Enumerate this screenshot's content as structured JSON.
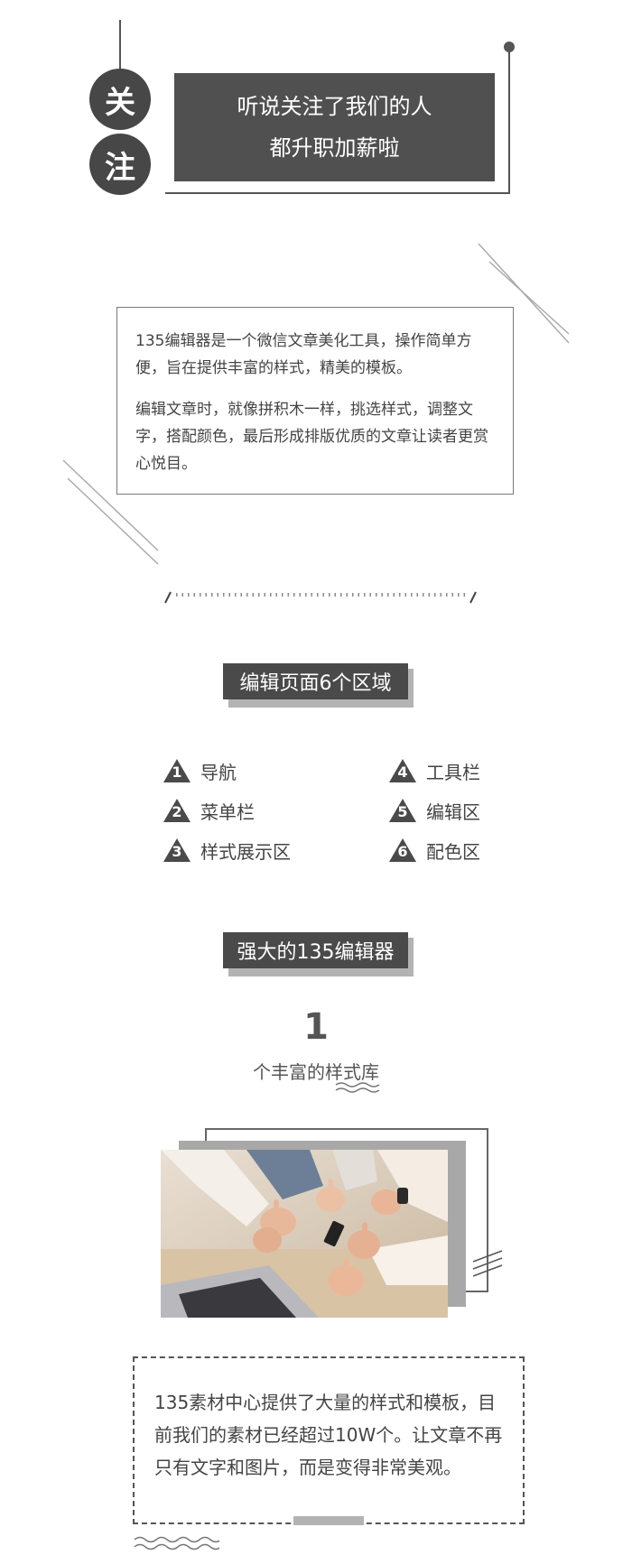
{
  "header": {
    "follow_chars": [
      "关",
      "注"
    ],
    "banner_lines": [
      "听说关注了我们的人",
      "都升职加薪啦"
    ]
  },
  "intro": {
    "paragraphs": [
      "135编辑器是一个微信文章美化工具，操作简单方便，旨在提供丰富的样式，精美的模板。",
      "编辑文章时，就像拼积木一样，挑选样式，调整文字，搭配颜色，最后形成排版优质的文章让读者更赏心悦目。"
    ]
  },
  "section1": {
    "title": "编辑页面6个区域",
    "areas": [
      {
        "num": "1",
        "label": "导航"
      },
      {
        "num": "2",
        "label": "菜单栏"
      },
      {
        "num": "3",
        "label": "样式展示区"
      },
      {
        "num": "4",
        "label": "工具栏"
      },
      {
        "num": "5",
        "label": "编辑区"
      },
      {
        "num": "6",
        "label": "配色区"
      }
    ]
  },
  "section2": {
    "title": "强大的135编辑器",
    "number": "1",
    "number_caption": "个丰富的样式库"
  },
  "photo": {
    "icon": "team-thumbs-up-photo"
  },
  "bottom": {
    "text": "135素材中心提供了大量的样式和模板，目前我们的素材已经超过10W个。让文章不再只有文字和图片，而是变得非常美观。"
  },
  "colors": {
    "dark": "#4a4a4a",
    "mid_gray": "#b3b3b3",
    "line": "#666666"
  }
}
